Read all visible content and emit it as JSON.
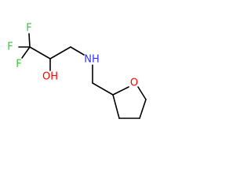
{
  "molecule": {
    "atoms": {
      "f_top": "F",
      "f_left": "F",
      "f_lower": "F",
      "hydroxyl": "OH",
      "amine": "NH",
      "ring_oxygen": "O"
    },
    "colors": {
      "bond": "#000000",
      "fluorine": "#33cc33",
      "oxygen": "#ff0000",
      "nitrogen": "#3333ff"
    }
  }
}
